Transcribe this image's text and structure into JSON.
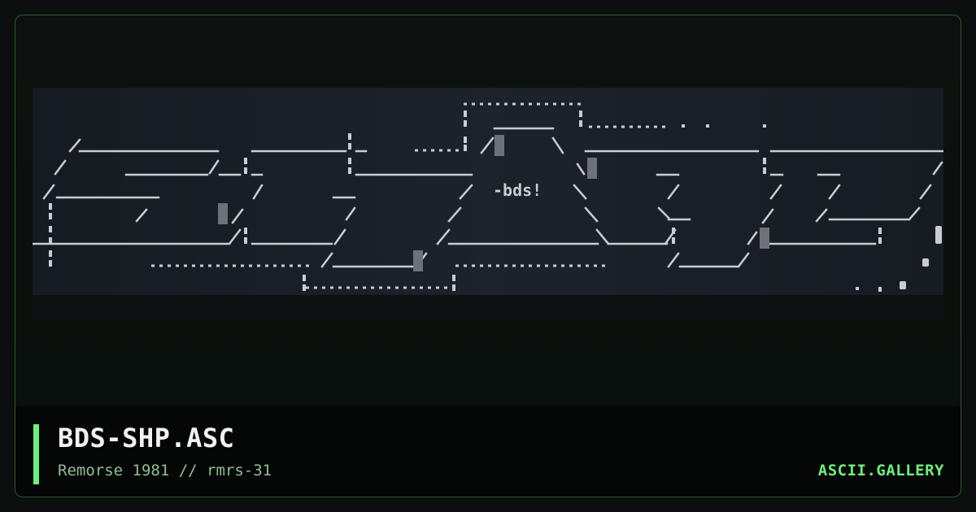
{
  "artwork": {
    "tag_text": "-bds!"
  },
  "footer": {
    "title": "BDS-SHP.ASC",
    "subtitle": "Remorse 1981 // rmrs-31",
    "site": "ASCII.GALLERY"
  },
  "colors": {
    "accent": "#6df07a",
    "subtitle": "#8fbf93",
    "ascii_line": "#c9ccd1",
    "block": "#6e7178"
  }
}
